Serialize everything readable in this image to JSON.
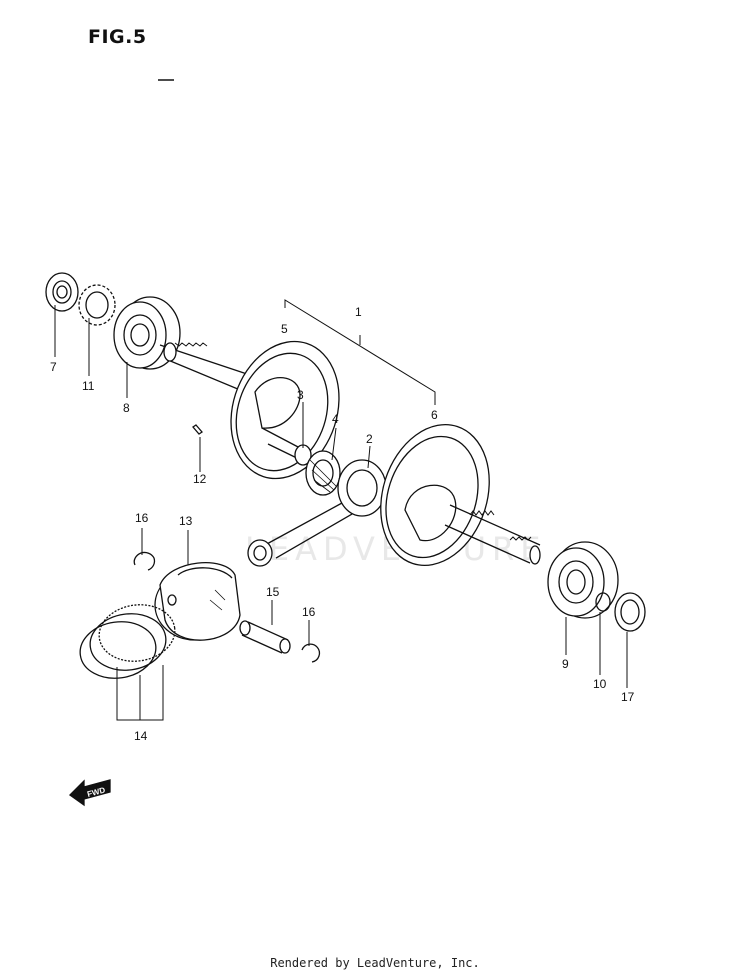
{
  "figure": {
    "title": "FIG.5"
  },
  "parts": {
    "p1": "1",
    "p2": "2",
    "p3": "3",
    "p4": "4",
    "p5": "5",
    "p6": "6",
    "p7": "7",
    "p8": "8",
    "p9": "9",
    "p10": "10",
    "p11": "11",
    "p12": "12",
    "p13": "13",
    "p14": "14",
    "p15": "15",
    "p16a": "16",
    "p16b": "16",
    "p17": "17"
  },
  "watermark": "LEADVENTURE",
  "direction_arrow": {
    "label": "FWD"
  },
  "footer": {
    "text": "Rendered by LeadVenture, Inc."
  },
  "colors": {
    "line": "#111111",
    "watermark": "#e6e6e6",
    "background": "#ffffff"
  }
}
